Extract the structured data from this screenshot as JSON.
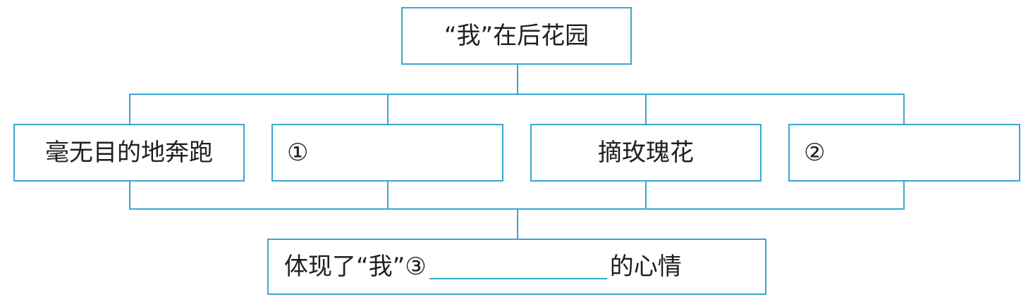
{
  "diagram": {
    "top": {
      "text": "“我”在后花园"
    },
    "nodes": [
      {
        "text": "毫无目的地奔跑"
      },
      {
        "text": "①"
      },
      {
        "text": "摘玫瑰花"
      },
      {
        "text": "②"
      }
    ],
    "bottom": {
      "prefix": "体现了“我”③",
      "suffix": "的心情"
    }
  }
}
